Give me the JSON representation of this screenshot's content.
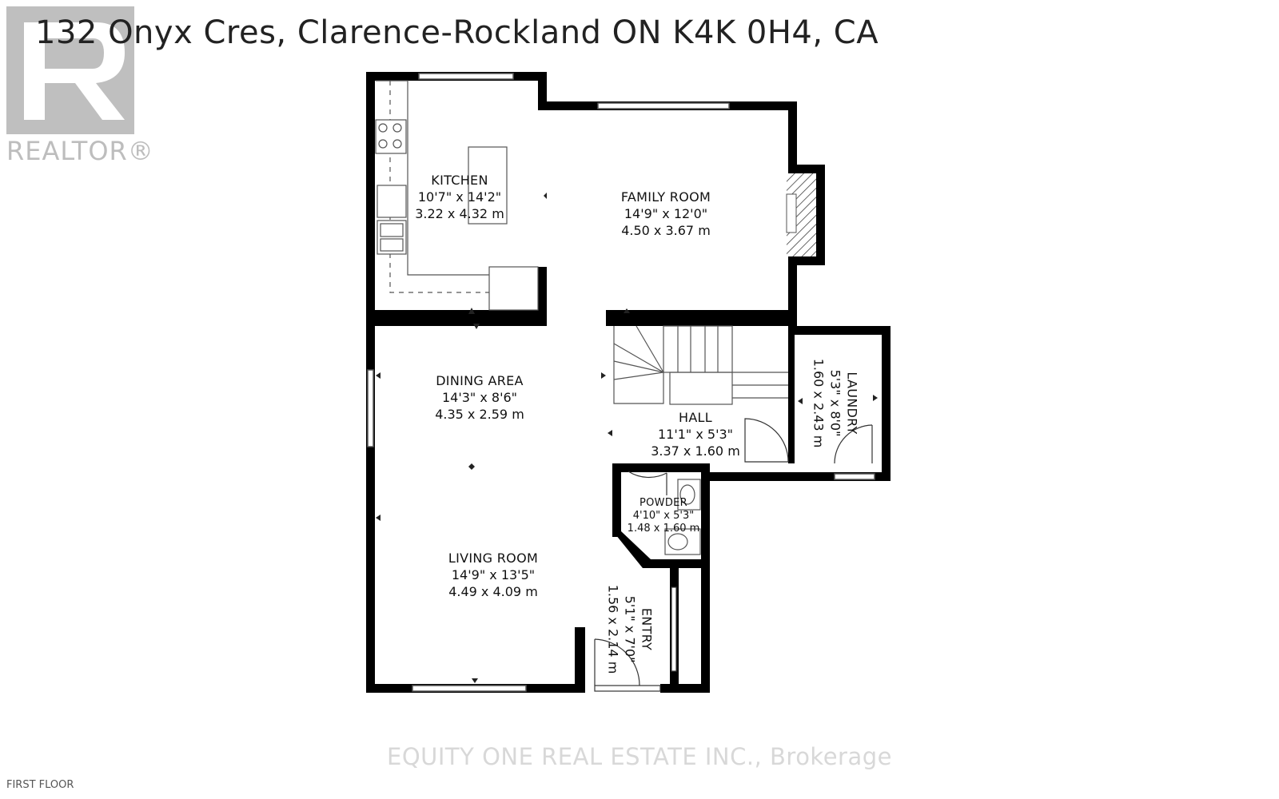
{
  "address": "132 Onyx Cres, Clarence-Rockland ON K4K 0H4, CA",
  "logo": {
    "text": "REALTOR®",
    "icon": "realtor-r-logo-icon",
    "color": "#bfbfbf"
  },
  "floor_label": "FIRST FLOOR",
  "brokerage": "EQUITY ONE REAL ESTATE INC., Brokerage",
  "colors": {
    "wall": "#000000",
    "fixture": "#555555",
    "watermark": "#d8d8d8"
  },
  "rooms": {
    "kitchen": {
      "name": "KITCHEN",
      "imperial": "10'7\" x 14'2\"",
      "metric": "3.22 x 4.32 m"
    },
    "family": {
      "name": "FAMILY ROOM",
      "imperial": "14'9\" x 12'0\"",
      "metric": "4.50 x 3.67 m"
    },
    "dining": {
      "name": "DINING AREA",
      "imperial": "14'3\" x 8'6\"",
      "metric": "4.35 x 2.59 m"
    },
    "hall": {
      "name": "HALL",
      "imperial": "11'1\" x 5'3\"",
      "metric": "3.37 x 1.60 m"
    },
    "laundry": {
      "name": "LAUNDRY",
      "imperial": "5'3\" x 8'0\"",
      "metric": "1.60 x 2.43 m"
    },
    "powder": {
      "name": "POWDER",
      "imperial": "4'10\" x 5'3\"",
      "metric": "1.48 x 1.60 m"
    },
    "living": {
      "name": "LIVING ROOM",
      "imperial": "14'9\" x 13'5\"",
      "metric": "4.49 x 4.09 m"
    },
    "entry": {
      "name": "ENTRY",
      "imperial": "5'1\" x 7'0\"",
      "metric": "1.56 x 2.14 m"
    }
  }
}
